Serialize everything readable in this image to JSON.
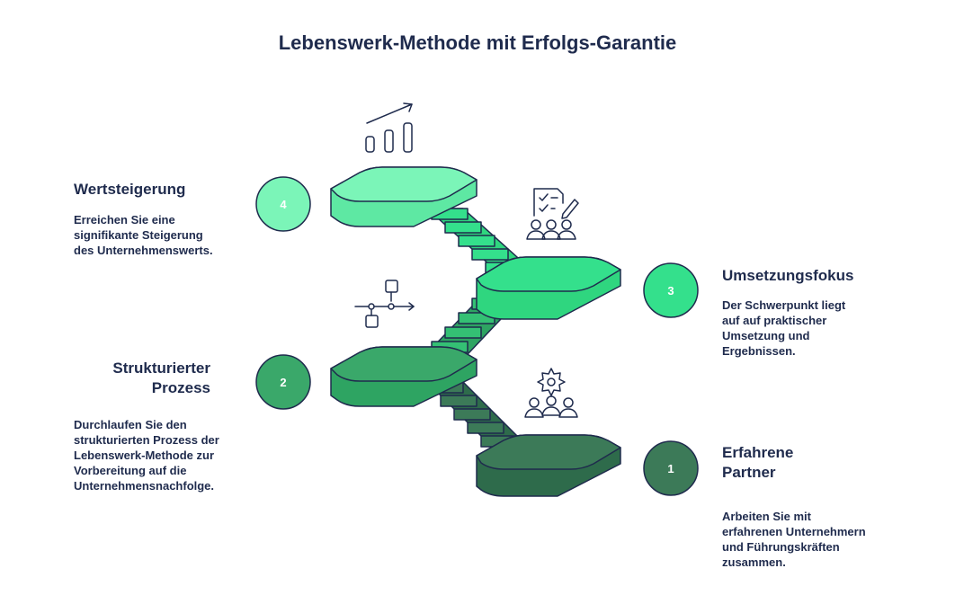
{
  "title": "Lebenswerk-Methode mit Erfolgs-Garantie",
  "colors": {
    "text": "#1f2b4d",
    "step1": "#3c7a58",
    "step2": "#3aa86a",
    "step3": "#34e08c",
    "step4": "#7bf5b8"
  },
  "steps": [
    {
      "number": "1",
      "heading": "Erfahrene\nPartner",
      "description": "Arbeiten Sie mit\nerfahrenen Unternehmern\nund Führungskräften\nzusammen.",
      "icon": "team-settings-icon"
    },
    {
      "number": "2",
      "heading": "Strukturierter\nProzess",
      "description": "Durchlaufen Sie den\nstrukturierten Prozess der\nLebenswerk-Methode zur\nVorbereitung auf die\nUnternehmensnachfolge.",
      "icon": "flowchart-icon"
    },
    {
      "number": "3",
      "heading": "Umsetzungsfokus",
      "description": "Der Schwerpunkt liegt\nauf auf praktischer\nUmsetzung und\nErgebnissen.",
      "icon": "team-checklist-icon"
    },
    {
      "number": "4",
      "heading": "Wertsteigerung",
      "description": "Erreichen Sie eine\nsignifikante Steigerung\ndes Unternehmenswerts.",
      "icon": "growth-chart-icon"
    }
  ]
}
